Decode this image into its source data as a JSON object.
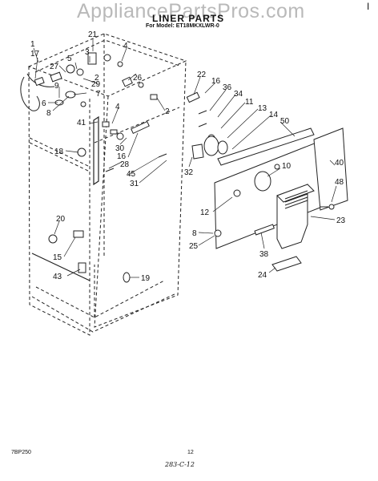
{
  "watermark": "AppliancePartsPros.com",
  "header": {
    "title": "LINER PARTS",
    "subtitle": "For Model: ET18MKXLWR-0",
    "corner_mark": "I"
  },
  "footer": {
    "code": "7BP250",
    "page": "12",
    "handwritten_note": "283-C-12"
  },
  "callouts": [
    "1",
    "17",
    "21",
    "3",
    "27",
    "5",
    "4",
    "26",
    "2",
    "29",
    "7",
    "9",
    "6",
    "8",
    "41",
    "18",
    "22",
    "16",
    "36",
    "34",
    "11",
    "13",
    "14",
    "50",
    "2",
    "4",
    "30",
    "16",
    "28",
    "45",
    "31",
    "32",
    "20",
    "10",
    "40",
    "48",
    "23",
    "12",
    "15",
    "43",
    "19",
    "8",
    "25",
    "38",
    "24"
  ]
}
